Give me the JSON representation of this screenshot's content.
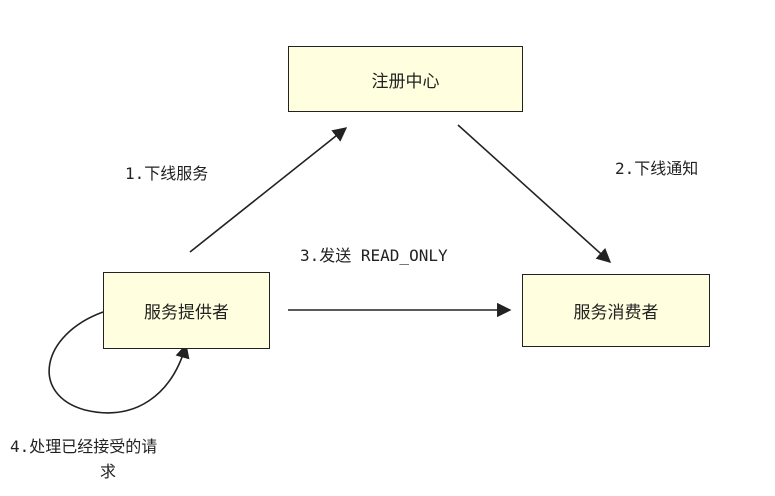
{
  "nodes": {
    "registry": "注册中心",
    "provider": "服务提供者",
    "consumer": "服务消费者"
  },
  "edges": {
    "step1": "1.下线服务",
    "step2": "2.下线通知",
    "step3": "3.发送 READ_ONLY",
    "step4_line1": "4.处理已经接受的请",
    "step4_line2": "求"
  }
}
